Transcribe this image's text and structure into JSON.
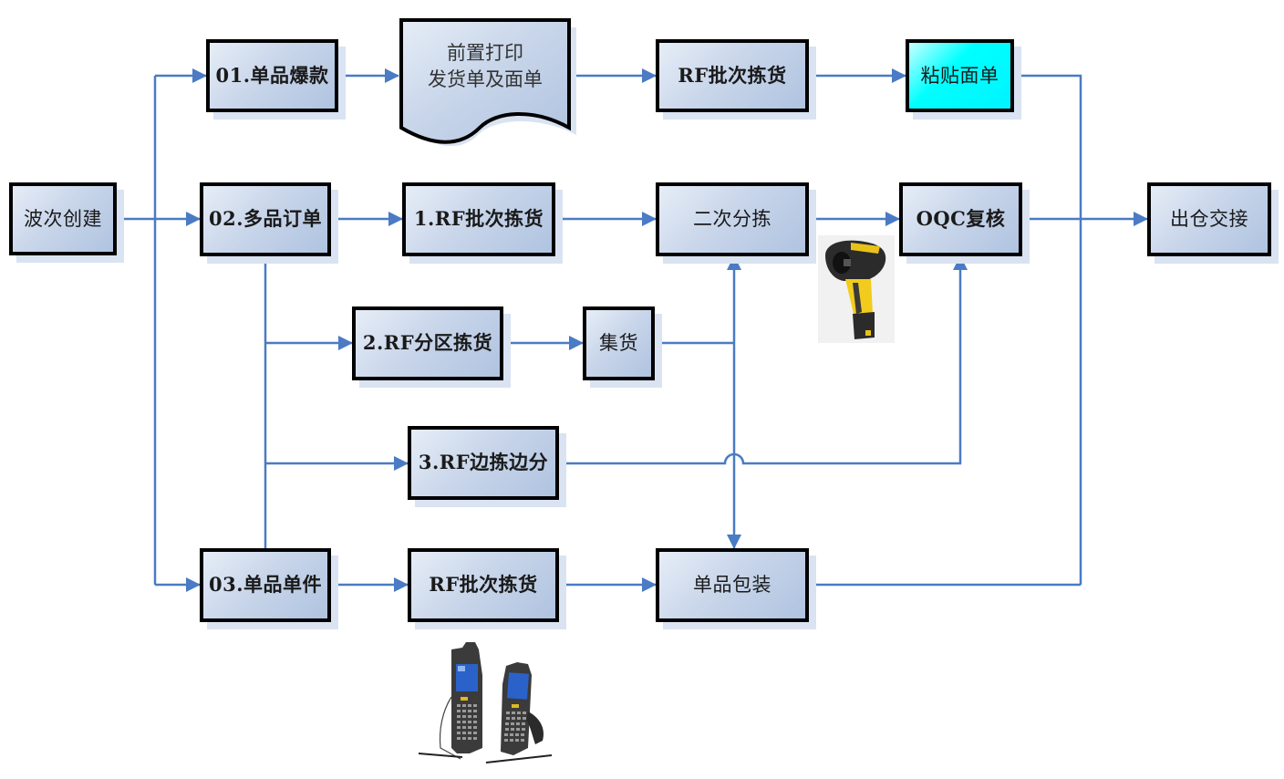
{
  "diagram": {
    "colors": {
      "connector": "#4a7bc4",
      "node_fill": "#c9d6ea",
      "node_border": "#000000",
      "highlight_fill": "#00ffff",
      "shadow": "#d9e3f2"
    },
    "nodes": {
      "wave_create": "波次创建",
      "single_hot": "01.单品爆款",
      "preprint_line1": "前置打印",
      "preprint_line2": "发货单及面单",
      "rf_batch_pick_top": "RF批次拣货",
      "paste_label": "粘贴面单",
      "multi_order": "02.多品订单",
      "rf_batch_pick_1": "1.RF批次拣货",
      "secondary_sort": "二次分拣",
      "oqc_review": "OQC复核",
      "outbound_handover": "出仓交接",
      "rf_zone_pick_2": "2.RF分区拣货",
      "consolidate": "集货",
      "rf_pick_sort_3": "3.RF边拣边分",
      "single_piece": "03.单品单件",
      "rf_batch_pick_bottom": "RF批次拣货",
      "single_pack": "单品包装"
    },
    "images": {
      "scanner": "handheld-barcode-scanner",
      "pda": "rf-mobile-computers"
    }
  }
}
